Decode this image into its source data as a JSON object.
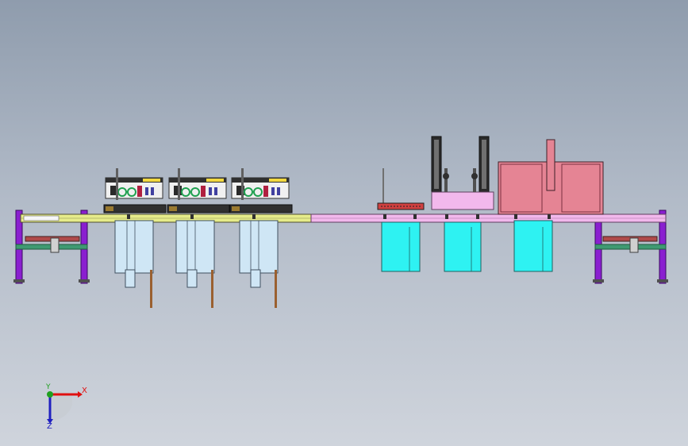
{
  "viewport": {
    "background_top": "#8f9cad",
    "background_bottom": "#cfd4dc"
  },
  "colors": {
    "frame_purple": "#8a1fd0",
    "frame_green": "#3f9a72",
    "rail_yellow": "#e6ec8a",
    "rail_pink": "#f2b8ec",
    "station_blue": "#cfe6f5",
    "tank_cyan": "#2ef2f2",
    "cabinet_red": "#e58494",
    "dark_part": "#202020",
    "accent_yellow": "#f2d840",
    "rod_brown": "#9a6030"
  },
  "triad": {
    "x_label": "X",
    "y_label": "Y",
    "z_label": "Z",
    "x_color": "#e01010",
    "y_color": "#20a020",
    "z_color": "#2020c0"
  }
}
